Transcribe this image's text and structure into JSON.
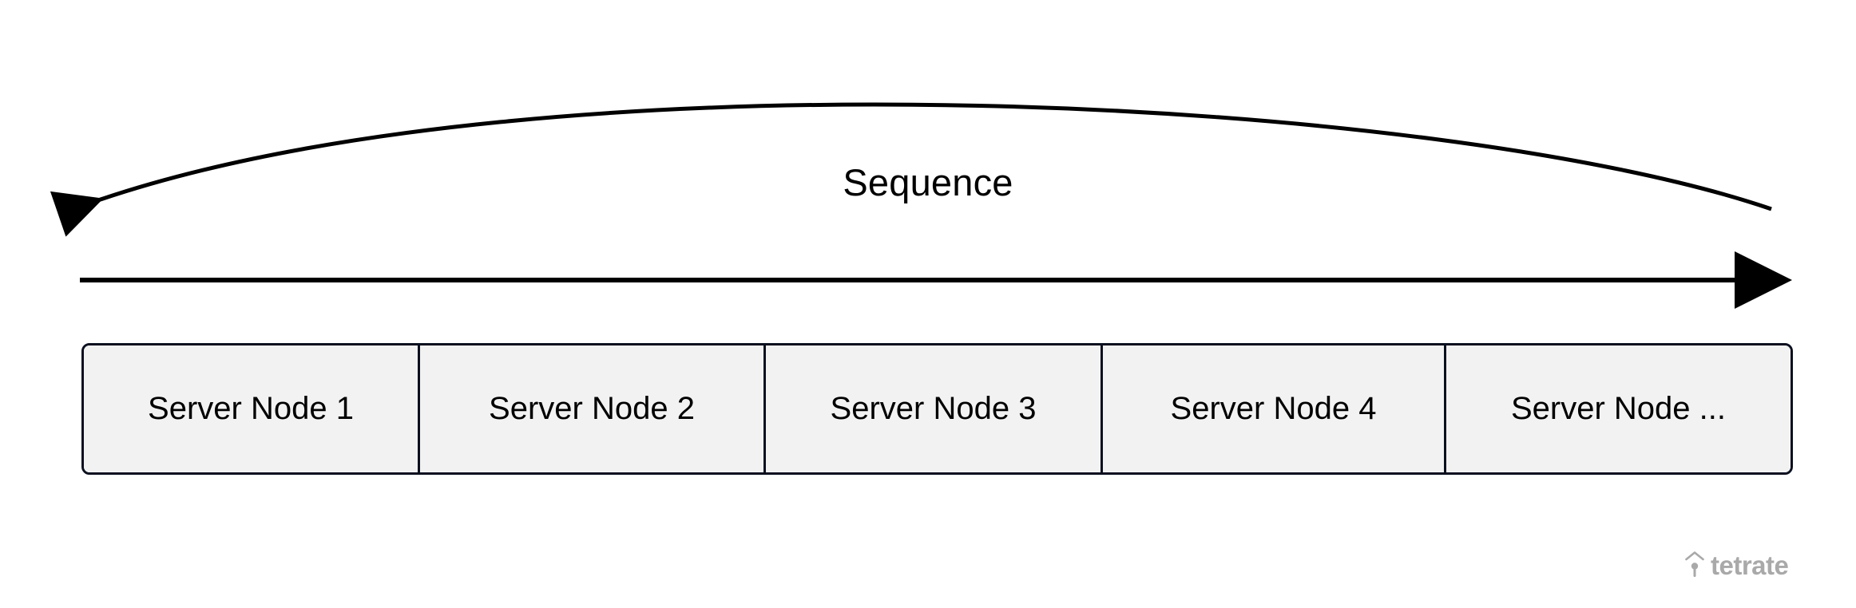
{
  "diagram": {
    "title": "Sequence",
    "sequence_label": "Sequence",
    "arrows": [
      {
        "name": "curved-sequence-arrow",
        "direction": "right-to-left",
        "head": "left-end",
        "style": "curved-arc"
      },
      {
        "name": "straight-sequence-arrow",
        "direction": "left-to-right",
        "head": "right-end",
        "style": "straight-line"
      }
    ],
    "nodes": [
      {
        "label": "Server Node 1"
      },
      {
        "label": "Server Node 2"
      },
      {
        "label": "Server Node 3"
      },
      {
        "label": "Server Node 4"
      },
      {
        "label": "Server Node ..."
      }
    ]
  },
  "brand": {
    "name": "tetrate",
    "mark_icon": "tetrate-pin-icon"
  },
  "colors": {
    "background": "#ffffff",
    "cell_fill": "#f2f2f2",
    "border": "#0b1020",
    "stroke": "#000000",
    "brand_gray": "#a9a9a9",
    "text": "#000000"
  }
}
